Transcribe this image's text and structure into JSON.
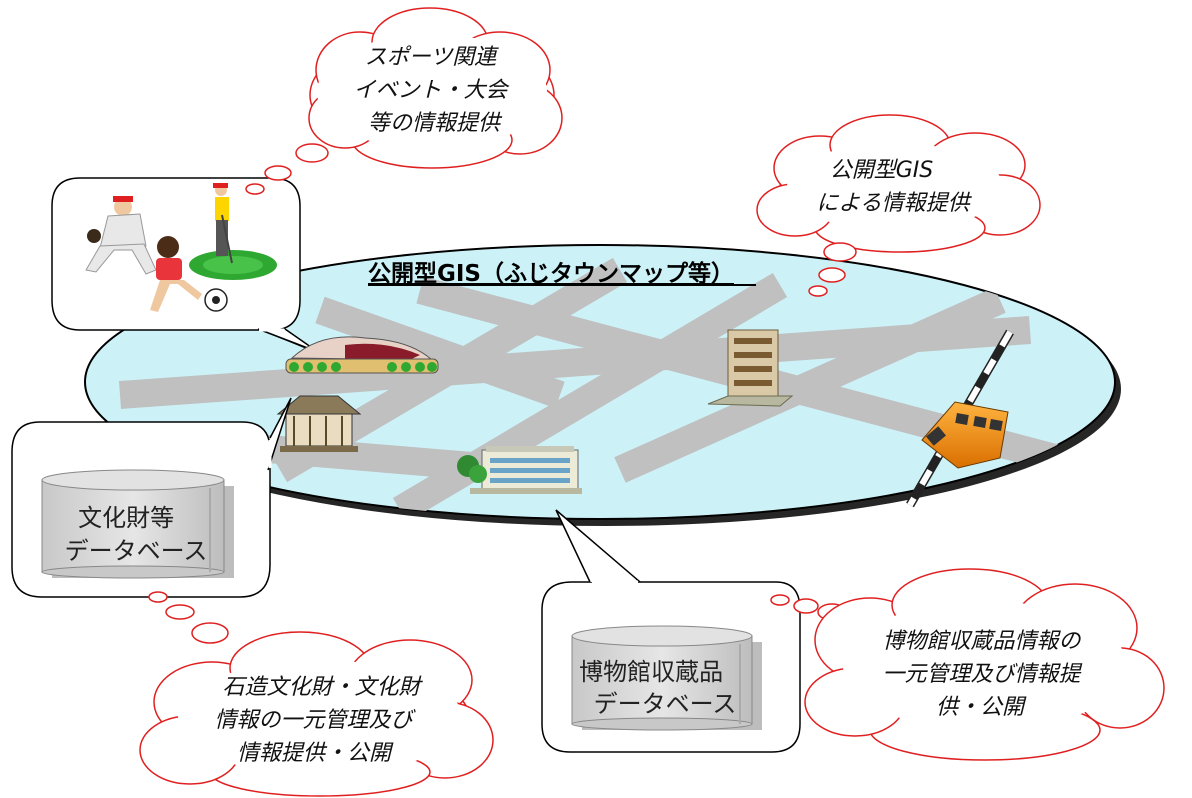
{
  "map": {
    "title": "公開型GIS（ふじタウンマップ等）"
  },
  "clouds": {
    "sports": [
      "スポーツ関連",
      "イベント・大会",
      "等の情報提供"
    ],
    "gis": [
      "公開型GIS",
      "による情報提供"
    ],
    "stone": [
      "石造文化財・文化財",
      "情報の一元管理及び",
      "情報提供・公開"
    ],
    "museum": [
      "博物館収蔵品情報の",
      "一元管理及び情報提",
      "供・公開"
    ]
  },
  "databases": {
    "cultural": [
      "文化財等",
      "データベース"
    ],
    "museum": [
      "博物館収蔵品",
      "データベース"
    ]
  },
  "icons": {
    "sports": "sports-people-icon",
    "stadium": "stadium-icon",
    "temple": "temple-icon",
    "office": "office-building-icon",
    "museum": "museum-building-icon",
    "train": "train-icon",
    "crossing": "railroad-crossing-icon"
  },
  "colors": {
    "ellipse_fill": "#ccf2f8",
    "road": "#c0c0c0",
    "cloud_stroke": "#e02020",
    "db_fill": "#d9d9d9",
    "grass": "#2fa832",
    "train": "#f39200"
  }
}
